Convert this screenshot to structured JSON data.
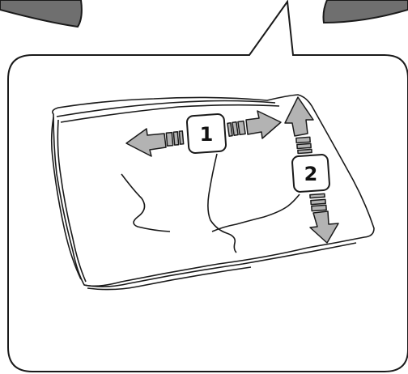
{
  "figure": {
    "description_free": true,
    "steps": [
      {
        "label": "1",
        "direction": "horizontal"
      },
      {
        "label": "2",
        "direction": "vertical"
      }
    ]
  },
  "colors": {
    "arrow_fill": "#b3b3b3",
    "line": "#1a1a1a",
    "device_fill": "#6f6f6f",
    "background": "#ffffff"
  },
  "icons": {
    "device_left": "device-corner-icon",
    "device_right": "device-corner-icon",
    "arrow": "double-arrow-icon"
  }
}
